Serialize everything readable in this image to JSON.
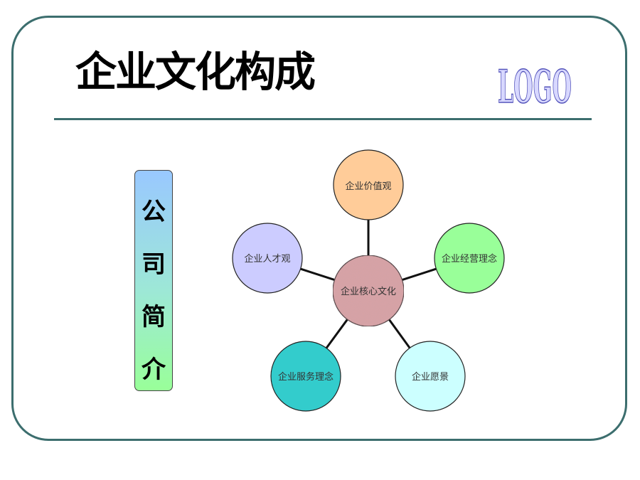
{
  "slide": {
    "title": "企业文化构成",
    "logo_text": "LOGO"
  },
  "intro": {
    "chars": [
      "公",
      "司",
      "简",
      "介"
    ]
  },
  "diagram": {
    "center": {
      "label": "企业核心文化",
      "color": "#d9a3a6"
    },
    "nodes": [
      {
        "id": "values",
        "label": "企业价值观",
        "color": "#ffcc99"
      },
      {
        "id": "business",
        "label": "企业经营理念",
        "color": "#99ff99"
      },
      {
        "id": "vision",
        "label": "企业愿景",
        "color": "#ccffff"
      },
      {
        "id": "service",
        "label": "企业服务理念",
        "color": "#33cccc"
      },
      {
        "id": "talent",
        "label": "企业人才观",
        "color": "#ccccff"
      }
    ]
  },
  "colors": {
    "frame": "#3c6e6e",
    "logo_fill": "#d8d8ff",
    "logo_stroke": "#5555bb"
  }
}
